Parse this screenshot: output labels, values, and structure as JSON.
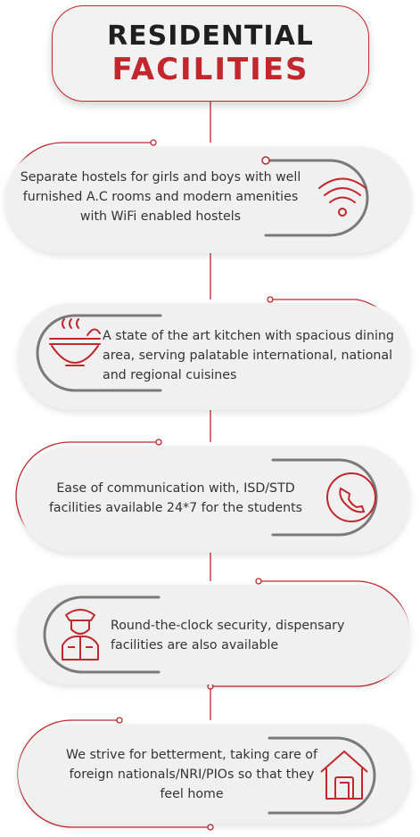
{
  "title": {
    "line1": "RESIDENTIAL",
    "line2": "FACILITIES"
  },
  "colors": {
    "accent": "#c1272d",
    "text": "#333333",
    "card_bg": "#f0f0f0",
    "arc": "#7a7a7a"
  },
  "items": [
    {
      "text": "Separate hostels for girls and boys with well furnished A.C rooms and modern amenities with WiFi enabled hostels",
      "icon": "wifi-icon"
    },
    {
      "text": "A state of the art kitchen with spacious dining area, serving palatable international, national and regional cuisines",
      "icon": "food-bowl-icon"
    },
    {
      "text": "Ease of communication with, ISD/STD facilities available 24*7 for the students",
      "icon": "phone-icon"
    },
    {
      "text": "Round-the-clock security, dispensary facilities are also available",
      "icon": "security-guard-icon"
    },
    {
      "text": "We strive for betterment, taking care of foreign nationals/NRI/PIOs so that they feel home",
      "icon": "home-icon"
    }
  ]
}
